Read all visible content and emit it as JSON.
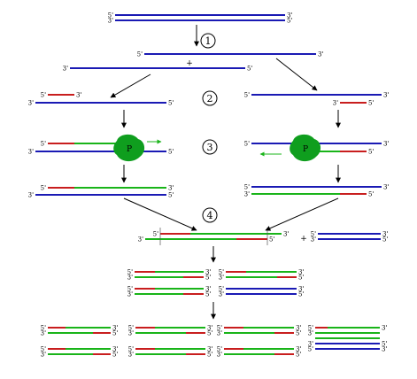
{
  "labels": {
    "five_prime": "5'",
    "three_prime": "3'",
    "plus": "+",
    "polymerase": "P"
  },
  "steps": [
    "1",
    "2",
    "3",
    "4"
  ],
  "colors": {
    "template_strand": "#1a1ab4",
    "primer": "#c81e1e",
    "new_strand": "#19b419",
    "polymerase": "#0f9e1e",
    "arrow": "#000000",
    "text": "#000000"
  }
}
